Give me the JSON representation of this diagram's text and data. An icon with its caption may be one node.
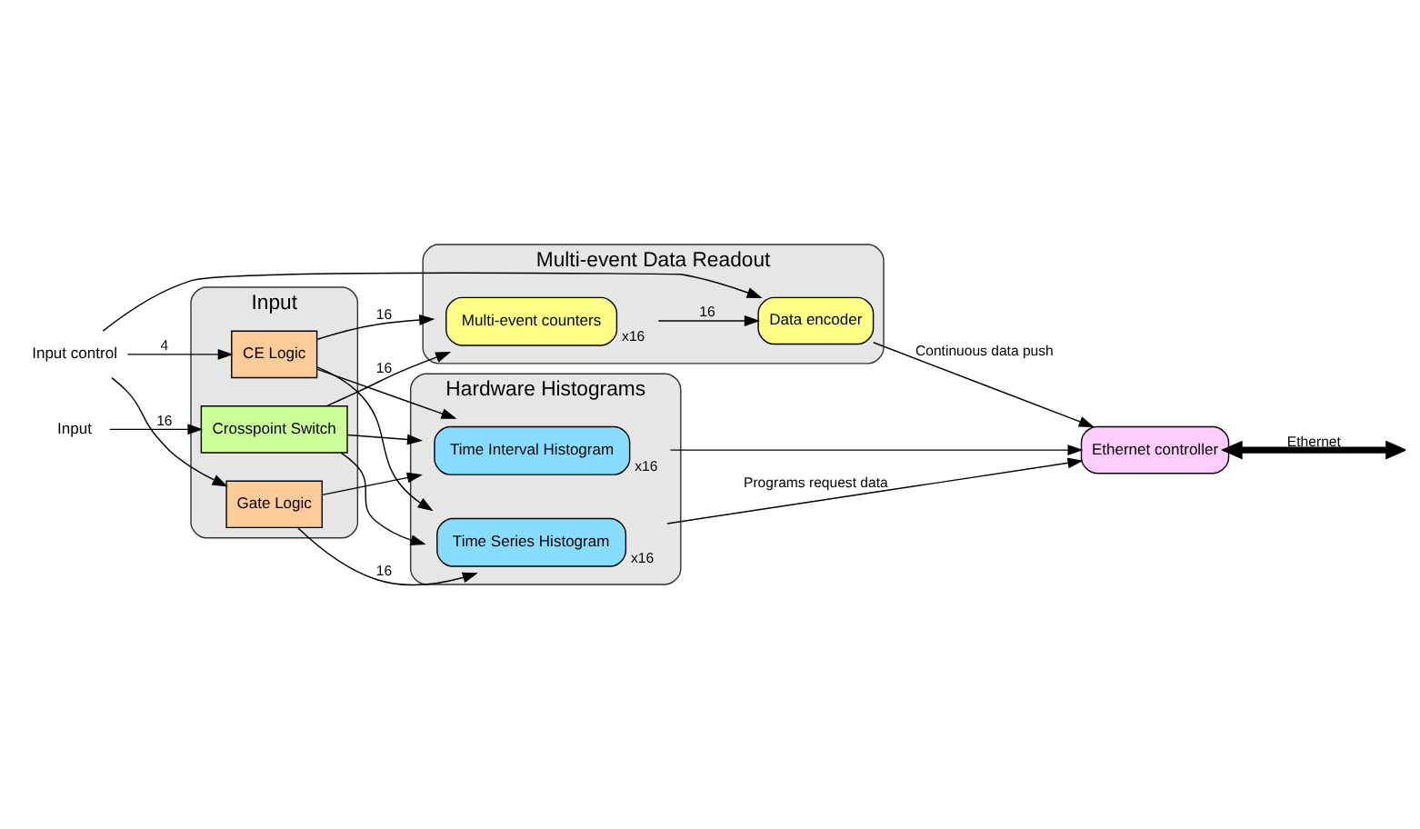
{
  "diagram": {
    "nodes": [
      {
        "text": [
          "Input"
        ]
      },
      {
        "text": [
          "Crosspoint Switch"
        ],
        "in": 0
      },
      {
        "text": [
          "CE Logic"
        ],
        "in": 0
      },
      {
        "text": [
          "Gate Logic"
        ],
        "in": 0
      },
      {
        "text": [
          "Multi-event Data Readout"
        ]
      },
      {
        "text": [
          "Multi-event counters"
        ],
        "in": 4,
        "beside": [
          "x16"
        ]
      },
      {
        "text": [
          "Data encoder"
        ],
        "in": 4
      },
      {
        "text": [
          "Hardware Histograms"
        ]
      },
      {
        "text": [
          "Time Series Histogram"
        ],
        "in": 7,
        "beside": [
          "x16"
        ]
      },
      {
        "text": [
          "Time Interval Histogram"
        ],
        "in": 7,
        "beside": [
          "x16"
        ]
      },
      {
        "text": [
          "Ethernet controller"
        ]
      },
      {
        "text": [
          "Input"
        ]
      },
      {
        "text": [
          "Input control"
        ]
      }
    ],
    "edges": [
      {
        "from": 11,
        "to": 1,
        "arrow": "to",
        "label": "16"
      },
      {
        "from": 12,
        "to": 2,
        "arrow": "to",
        "label": "4"
      },
      {
        "from": 12,
        "to": 3,
        "arrow": "to"
      },
      {
        "from": 12,
        "to": 6,
        "arrow": "to"
      },
      {
        "from": 1,
        "to": 5,
        "arrow": "to",
        "label": "16"
      },
      {
        "from": 1,
        "to": 8,
        "arrow": "to"
      },
      {
        "from": 1,
        "to": 9,
        "arrow": "to"
      },
      {
        "from": 2,
        "to": 5,
        "arrow": "to",
        "label": "16"
      },
      {
        "from": 2,
        "to": 8,
        "arrow": "to"
      },
      {
        "from": 2,
        "to": 9,
        "arrow": "to"
      },
      {
        "from": 3,
        "to": 8,
        "arrow": "to",
        "label": "16"
      },
      {
        "from": 3,
        "to": 9,
        "arrow": "to"
      },
      {
        "from": 5,
        "to": 6,
        "arrow": "to",
        "label": "16"
      },
      {
        "from": 6,
        "to": 10,
        "arrow": "to",
        "label": "Continuous data push"
      },
      {
        "from": 8,
        "to": 10,
        "arrow": "to",
        "label": "Programs request data"
      },
      {
        "from": 9,
        "to": 10,
        "arrow": "to"
      },
      {
        "from": 10,
        "to": null,
        "arrow": "both",
        "style": "thick",
        "label": "Ethernet"
      }
    ]
  }
}
